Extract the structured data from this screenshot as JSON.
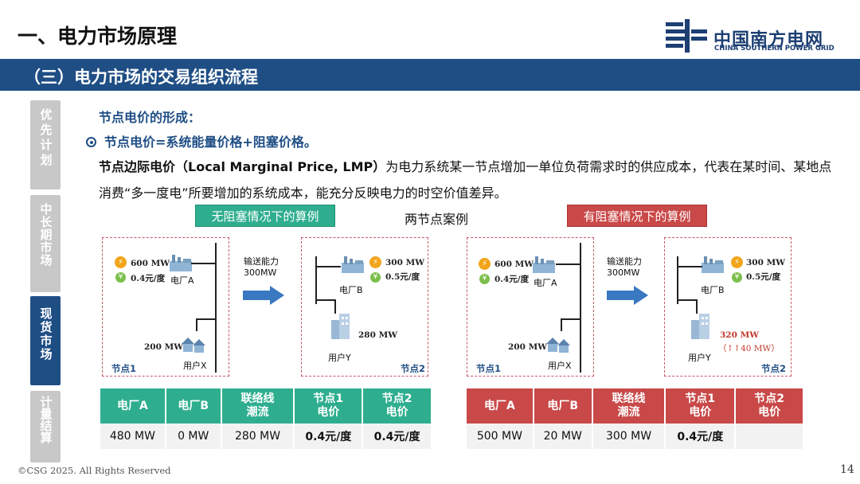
{
  "header": {
    "title": "一、电力市场原理",
    "logo_cn": "中国南方电网",
    "logo_en": "CHINA SOUTHERN POWER GRID"
  },
  "section": {
    "title": "（三）电力市场的交易组织流程"
  },
  "sidebar": {
    "tabs": [
      {
        "label": "优先计划",
        "active": false
      },
      {
        "label": "中长期市场",
        "active": false
      },
      {
        "label": "现货市场",
        "active": true
      },
      {
        "label": "计量结算",
        "active": false
      }
    ]
  },
  "content": {
    "subheading": "节点电价的形成：",
    "bullet_icon": "target-circle-icon",
    "bullet": "节点电价=系统能量价格+阻塞价格。",
    "para_bold": "节点边际电价（Local Marginal Price, LMP）",
    "para_rest": "为电力系统某一节点增加一单位负荷需求时的供应成本，代表在某时间、某地点消费“多一度电”所要增加的系统成本，能充分反映电力的时空价值差异。",
    "case_title": "两节点案例"
  },
  "left_case": {
    "tag": "无阻塞情况下的算例",
    "plant_a_mw": "600 MW",
    "plant_a_price": "0.4元/度",
    "plant_a_label": "电厂A",
    "user_x_mw": "200 MW",
    "user_x_label": "用户X",
    "node1": "节点1",
    "capacity": "输送能力\n300MW",
    "plant_b_mw": "300 MW",
    "plant_b_price": "0.5元/度",
    "plant_b_label": "电厂B",
    "user_y_mw": "280 MW",
    "user_y_label": "用户Y",
    "node2": "节点2",
    "table": {
      "headers": [
        "电厂A",
        "电厂B",
        "联络线\n潮流",
        "节点1\n电价",
        "节点2\n电价"
      ],
      "values": [
        "480 MW",
        "0 MW",
        "280 MW",
        "0.4元/度",
        "0.4元/度"
      ]
    }
  },
  "right_case": {
    "tag": "有阻塞情况下的算例",
    "plant_a_mw": "600 MW",
    "plant_a_price": "0.4元/度",
    "plant_a_label": "电厂A",
    "user_x_mw": "200 MW",
    "user_x_label": "用户X",
    "node1": "节点1",
    "capacity": "输送能力\n300MW",
    "plant_b_mw": "300 MW",
    "plant_b_price": "0.5元/度",
    "plant_b_label": "电厂B",
    "user_y_mw": "320 MW",
    "user_y_delta": "（↑↑40 MW）",
    "user_y_label": "用户Y",
    "node2": "节点2",
    "table": {
      "headers": [
        "电厂A",
        "电厂B",
        "联络线\n潮流",
        "节点1\n电价",
        "节点2\n电价"
      ],
      "values": [
        "500 MW",
        "20 MW",
        "300 MW",
        "0.4元/度",
        ""
      ]
    }
  },
  "footer": {
    "copyright": "©CSG 2025. All Rights Reserved",
    "page": "14"
  },
  "colors": {
    "brand": "#1f4e85",
    "green": "#2eae8e",
    "red": "#c94848",
    "arrow": "#3a78c2"
  }
}
